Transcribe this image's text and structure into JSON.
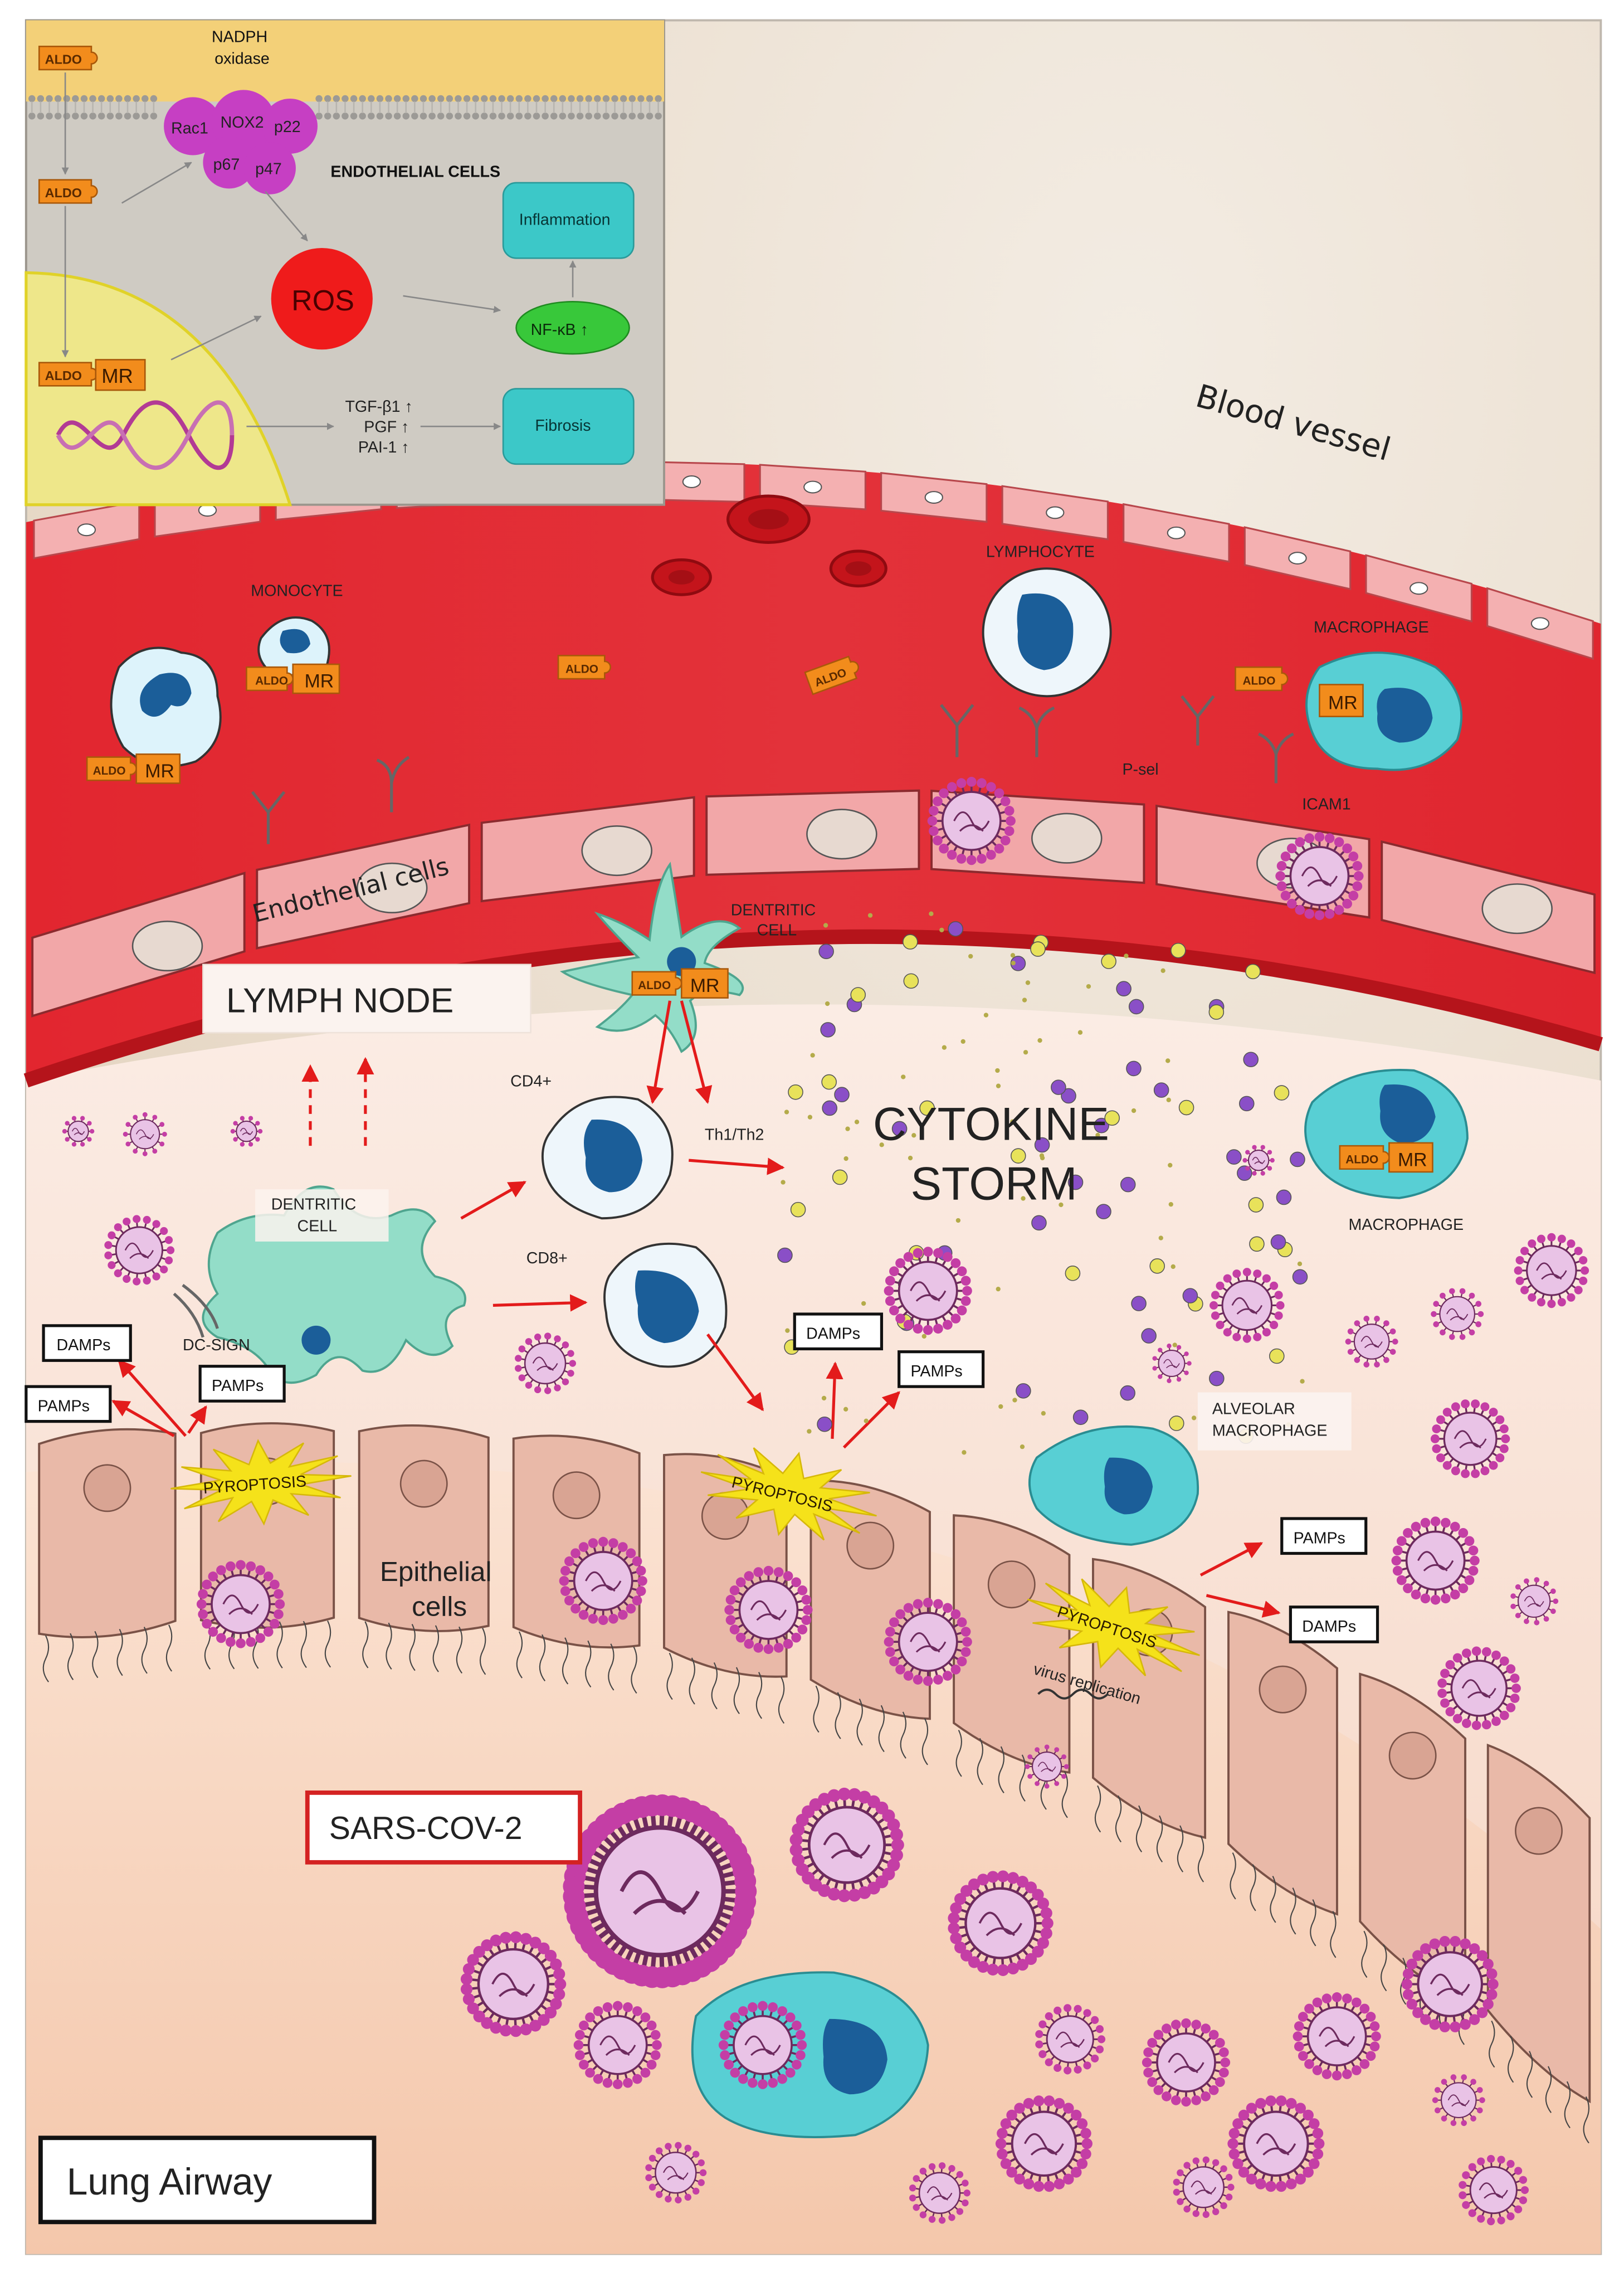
{
  "inset": {
    "title": "ENDOTHELIAL CELLS",
    "nadph": [
      "NADPH",
      "oxidase"
    ],
    "subunits": {
      "rac1": "Rac1",
      "nox2": "NOX2",
      "p22": "p22",
      "p67": "p67",
      "p47": "p47"
    },
    "aldo": "ALDO",
    "mr": "MR",
    "ros": "ROS",
    "nfkb": "NF-κB ↑",
    "inflammation": "Inflammation",
    "fibrosis": "Fibrosis",
    "genes": [
      "TGF-β1 ↑",
      "PGF ↑",
      "PAI-1 ↑"
    ]
  },
  "labels": {
    "blood_vessel": "Blood vessel",
    "monocyte": "MONOCYTE",
    "lymphocyte": "LYMPHOCYTE",
    "macrophage_top": "MACROPHAGE",
    "psel": "P-sel",
    "icam1": "ICAM1",
    "endothelial_cells": "Endothelial cells",
    "dentritic_top": [
      "DENTRITIC",
      "CELL"
    ],
    "lymph_node": "LYMPH NODE",
    "cd4": "CD4+",
    "cd8": "CD8+",
    "th": "Th1/Th2",
    "cytokine": [
      "CYTOKINE",
      "STORM"
    ],
    "macrophage_right": "MACROPHAGE",
    "dentritic_left": [
      "DENTRITIC",
      "CELL"
    ],
    "dc_sign": "DC-SIGN",
    "damps": "DAMPs",
    "pamps": "PAMPs",
    "pyroptosis": "PYROPTOSIS",
    "epithelial": [
      "Epithelial",
      "cells"
    ],
    "alveolar": [
      "ALVEOLAR",
      "MACROPHAGE"
    ],
    "virus_replication": "virus replication",
    "sars": "SARS-COV-2",
    "lung_airway": "Lung Airway"
  },
  "colors": {
    "vessel_red": "#e0262f",
    "endothelium": "#f2a7a8",
    "tissue": "#f9e0d4",
    "airway": "#f8d2bd",
    "epithelium": "#e9b9a8",
    "cyan_cell": "#58cfd4",
    "dendritic": "#93ddc8",
    "virus": "#c43ea5",
    "aldo_orange": "#f28c1c",
    "pyroptosis": "#f5e21a",
    "ros_red": "#ef1b1b",
    "nfkb_green": "#38c83a",
    "teal_box": "#3cc8c8"
  }
}
